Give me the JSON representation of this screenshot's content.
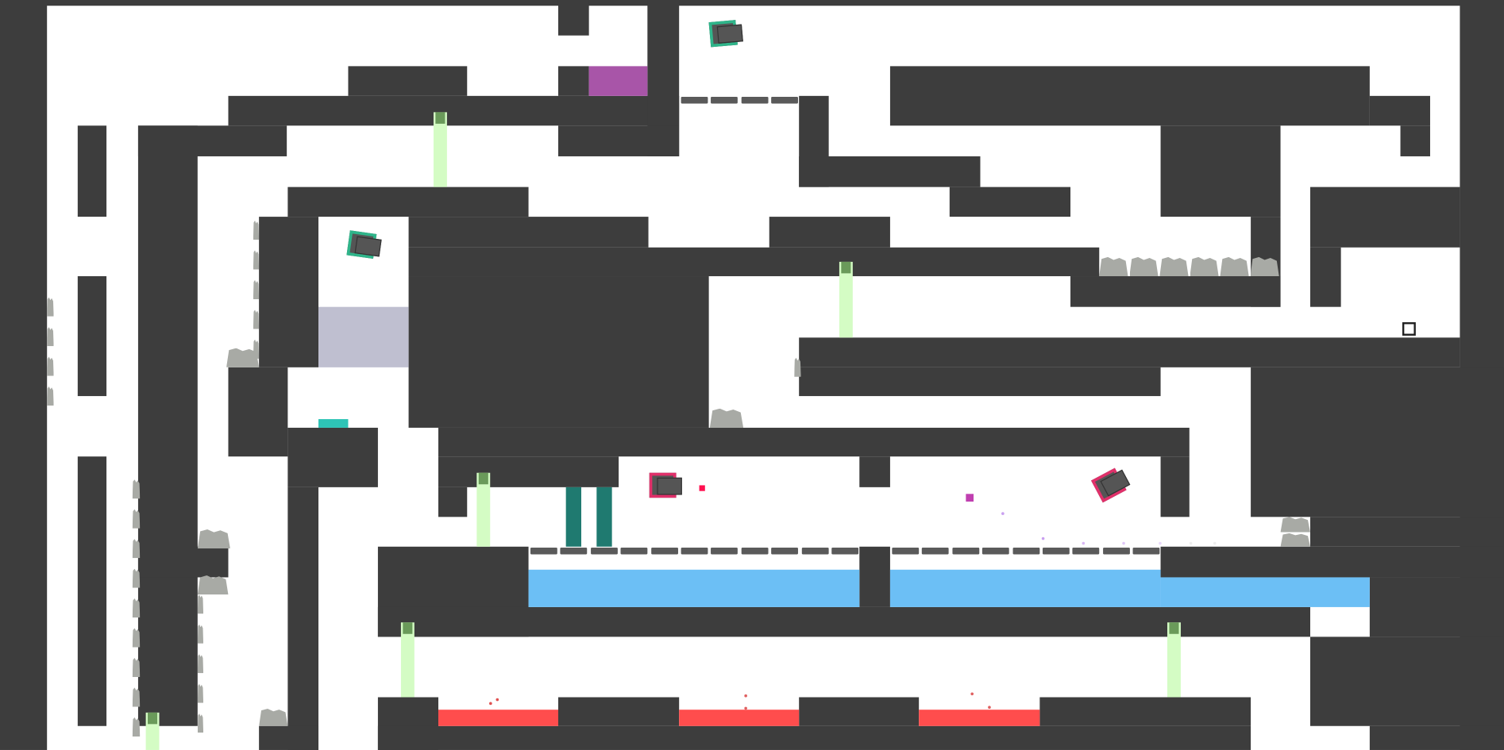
{
  "game": {
    "entities": {
      "player_tanks": [
        "tank-green-1",
        "tank-green-2"
      ],
      "enemy_tanks": [
        "tank-red-1",
        "tank-red-2"
      ],
      "goal": "exit-marker"
    },
    "colors": {
      "wall": "#3d3d3d",
      "water": "#6cbff5",
      "lava": "#ff4d4d",
      "light_beam": "#d4fcc4",
      "player_tank_outline": "#2fb58a",
      "enemy_tank_outline": "#e0306a",
      "door": "#a855a8",
      "pool": "#bfbfd0",
      "pad": "#2ec4b6",
      "spike": "#a8aaa5"
    }
  }
}
